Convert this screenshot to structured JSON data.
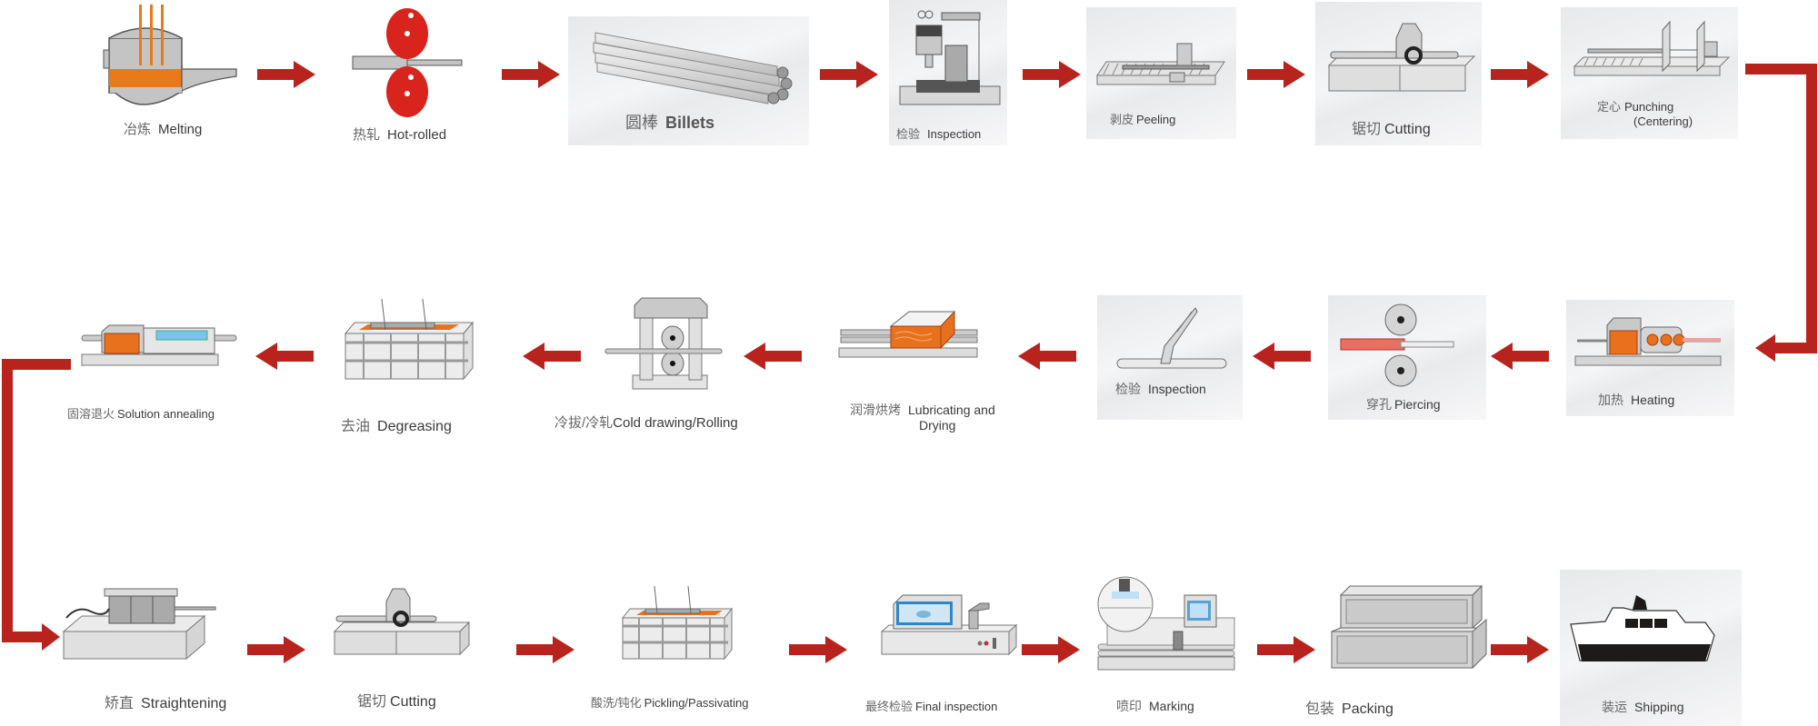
{
  "title": "Stainless steel tube production process flow",
  "colors": {
    "arrow": "#b8231e",
    "orange": "#e87a1a",
    "red_roll": "#d9231d",
    "metal": "#c9c9c9",
    "outline": "#555555"
  },
  "rows": [
    {
      "direction": "left-to-right",
      "steps": [
        {
          "id": "melting",
          "cn": "冶炼",
          "en": "Melting",
          "icon": "furnace-icon"
        },
        {
          "id": "hot-rolled",
          "cn": "热轧",
          "en": "Hot-rolled",
          "icon": "rollers-icon"
        },
        {
          "id": "billets",
          "cn": "圆棒",
          "en": "Billets",
          "icon": "billets-icon"
        },
        {
          "id": "inspection-1",
          "cn": "检验",
          "en": "Inspection",
          "icon": "inspection-machine-icon"
        },
        {
          "id": "peeling",
          "cn": "剥皮",
          "en": "Peeling",
          "icon": "peeling-machine-icon"
        },
        {
          "id": "cutting-1",
          "cn": "锯切",
          "en": "Cutting",
          "icon": "saw-icon"
        },
        {
          "id": "punching",
          "cn": "定心",
          "en": "Punching",
          "en2": "(Centering)",
          "icon": "centering-machine-icon"
        }
      ]
    },
    {
      "direction": "right-to-left",
      "steps": [
        {
          "id": "heating",
          "cn": "加热",
          "en": "Heating",
          "icon": "heating-furnace-icon"
        },
        {
          "id": "piercing",
          "cn": "穿孔",
          "en": "Piercing",
          "icon": "piercing-mill-icon"
        },
        {
          "id": "inspection-2",
          "cn": "检验",
          "en": "Inspection",
          "icon": "probe-icon"
        },
        {
          "id": "lubricating",
          "cn": "润滑烘烤",
          "en": "Lubricating and",
          "en2": "Drying",
          "icon": "drying-oven-icon"
        },
        {
          "id": "cold-drawing",
          "cn": "冷拔/冷轧",
          "en": "Cold drawing/Rolling",
          "icon": "cold-mill-icon"
        },
        {
          "id": "degreasing",
          "cn": "去油",
          "en": "Degreasing",
          "icon": "tank-icon"
        },
        {
          "id": "annealing",
          "cn": "固溶退火",
          "en": "Solution annealing",
          "icon": "annealing-furnace-icon"
        }
      ]
    },
    {
      "direction": "left-to-right",
      "steps": [
        {
          "id": "straightening",
          "cn": "矫直",
          "en": "Straightening",
          "icon": "straightener-icon"
        },
        {
          "id": "cutting-2",
          "cn": "锯切",
          "en": "Cutting",
          "icon": "saw-icon"
        },
        {
          "id": "pickling",
          "cn": "酸洗/钝化",
          "en": "Pickling/Passivating",
          "icon": "tank-icon"
        },
        {
          "id": "final-inspection",
          "cn": "最终检验",
          "en": "Final inspection",
          "icon": "tester-icon"
        },
        {
          "id": "marking",
          "cn": "喷印",
          "en": "Marking",
          "icon": "marking-machine-icon"
        },
        {
          "id": "packing",
          "cn": "包装",
          "en": "Packing",
          "icon": "crates-icon"
        },
        {
          "id": "shipping",
          "cn": "装运",
          "en": "Shipping",
          "icon": "ship-icon"
        }
      ]
    }
  ]
}
